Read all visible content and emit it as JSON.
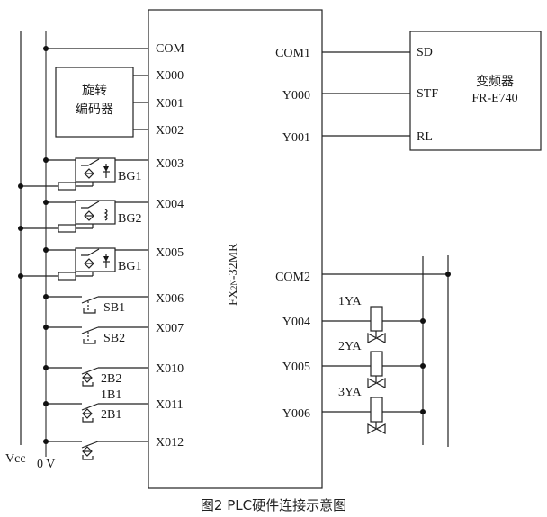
{
  "plc": {
    "model_main": "FX",
    "model_sub": "2N",
    "model_suffix": "-32MR",
    "inputs": [
      "COM",
      "X000",
      "X001",
      "X002",
      "X003",
      "X004",
      "X005",
      "X006",
      "X007",
      "X010",
      "X011",
      "X012"
    ],
    "outputs_top": [
      "COM1",
      "Y000",
      "Y001"
    ],
    "outputs_bottom": [
      "COM2",
      "Y004",
      "Y005",
      "Y006"
    ]
  },
  "rails": {
    "vcc": "Vcc",
    "zero_v": "0 V"
  },
  "encoder": {
    "line1": "旋转",
    "line2": "编码器"
  },
  "sensors": [
    {
      "label": "BG1",
      "type": "diode"
    },
    {
      "label": "BG2",
      "type": "inductive"
    },
    {
      "label": "BG1",
      "type": "diode"
    }
  ],
  "switches": [
    {
      "label": "SB1",
      "type": "pushbutton"
    },
    {
      "label": "SB2",
      "type": "pushbutton"
    },
    {
      "label": "2B2",
      "label2": "1B1",
      "type": "proximity"
    },
    {
      "label": "2B1",
      "type": "proximity"
    },
    {
      "label": "",
      "type": "proximity"
    }
  ],
  "inverter": {
    "title": "变频器",
    "model": "FR-E740",
    "terminals": [
      "SD",
      "STF",
      "RL"
    ]
  },
  "valves": [
    "1YA",
    "2YA",
    "3YA"
  ],
  "caption": "图2   PLC硬件连接示意图"
}
